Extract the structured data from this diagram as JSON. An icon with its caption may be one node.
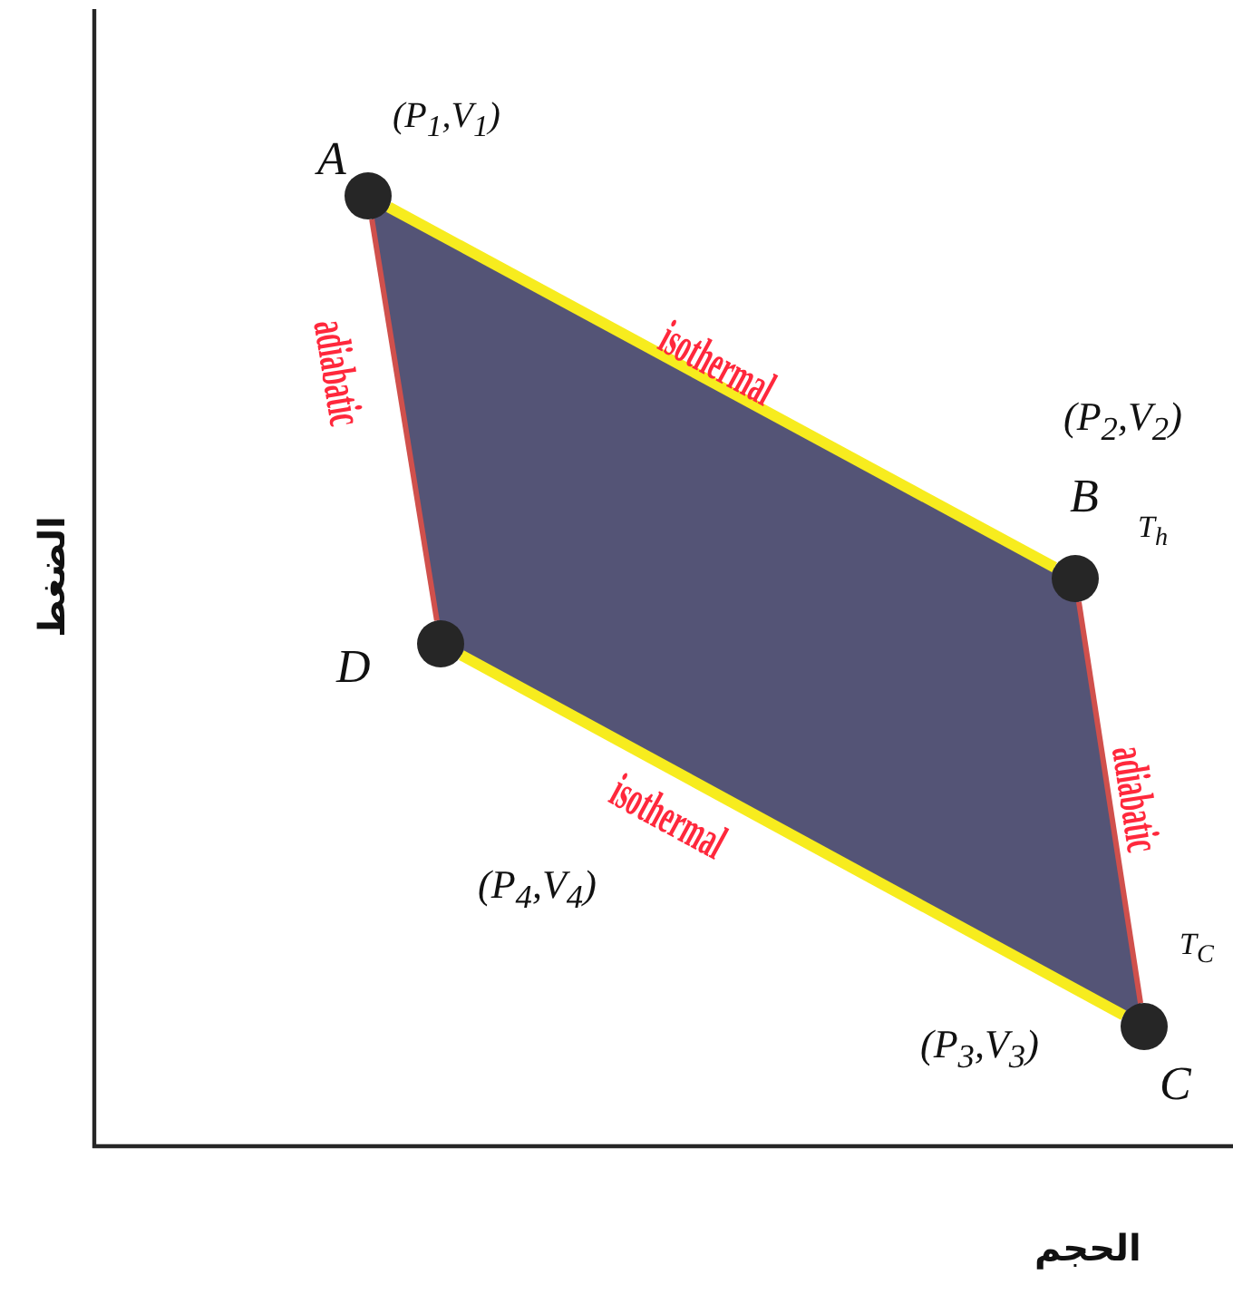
{
  "diagram": {
    "nodes": [
      {
        "text": [],
        "shape": "circle",
        "beside": [
          "A",
          "(P$_{1}$,V$_{1}$)"
        ]
      },
      {
        "text": [],
        "shape": "circle",
        "beside": [
          "B",
          "(P$_{2}$,V$_{2}$)",
          "T$_{h}$"
        ]
      },
      {
        "text": [],
        "shape": "circle",
        "beside": [
          "C",
          "(P$_{3}$,V$_{3}$)",
          "T$_{C}$"
        ]
      },
      {
        "text": [],
        "shape": "circle",
        "beside": [
          "D"
        ]
      }
    ],
    "edges": [
      {
        "from": 0,
        "to": 1,
        "arrow": "none",
        "label": "isothermal",
        "style": "thick",
        "color": "#f7ec1e"
      },
      {
        "from": 1,
        "to": 2,
        "arrow": "none",
        "label": "adiabatic",
        "color": "#d0504c"
      },
      {
        "from": 2,
        "to": 3,
        "arrow": "none",
        "label": "isothermal",
        "style": "thick",
        "color": "#f7ec1e"
      },
      {
        "from": 3,
        "to": 0,
        "arrow": "none",
        "label": "adiabatic",
        "color": "#d0504c"
      }
    ],
    "labels": [
      "الضغط",
      "(P$_{4}$,V$_{4}$)",
      "الحجم"
    ]
  }
}
